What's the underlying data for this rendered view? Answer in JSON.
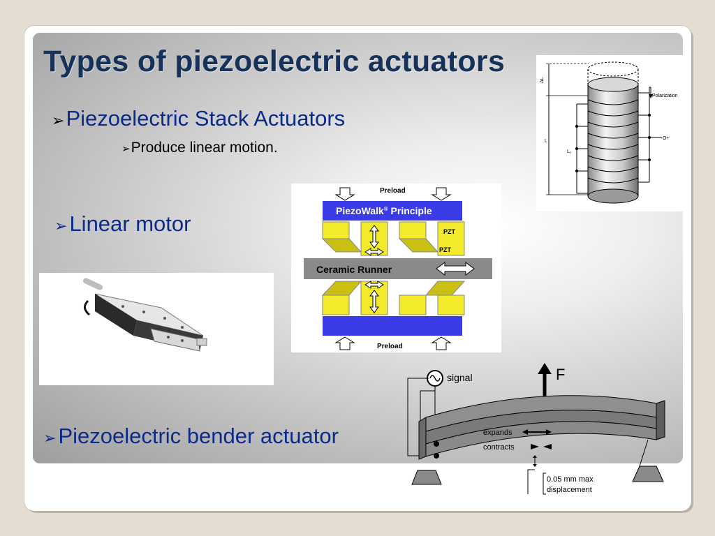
{
  "slide": {
    "title": "Types of piezoelectric actuators",
    "bullets": {
      "stack": {
        "marker": "➢",
        "text": "Piezoelectric Stack Actuators"
      },
      "stack_sub": {
        "marker": "➢",
        "text": "Produce linear motion."
      },
      "linear": {
        "marker": "➢",
        "text": "Linear motor"
      },
      "bender": {
        "marker": "➢",
        "text": "Piezoelectric bender actuator"
      }
    }
  },
  "figures": {
    "stack_diagram": {
      "polarization_label": "Polarization",
      "delta_l": "ΔL",
      "l_label": "L",
      "l1_label": "L₁",
      "terminal": "O+"
    },
    "piezowalk": {
      "preload_top": "Preload",
      "principle": "PiezoWalk",
      "reg": "®",
      "principle_suffix": " Principle",
      "pzt_1": "PZT",
      "pzt_2": "PZT",
      "runner": "Ceramic Runner",
      "preload_bottom": "Preload"
    },
    "bender": {
      "signal": "signal",
      "force": "F",
      "expands": "expands",
      "contracts": "contracts",
      "displacement_1": "0.05 mm max",
      "displacement_2": "displacement"
    }
  },
  "colors": {
    "title": "#17325a",
    "bullet": "#0b2a8a",
    "piezo_blue": "#3a3ae6",
    "pzt_yellow": "#f2ea2a"
  }
}
